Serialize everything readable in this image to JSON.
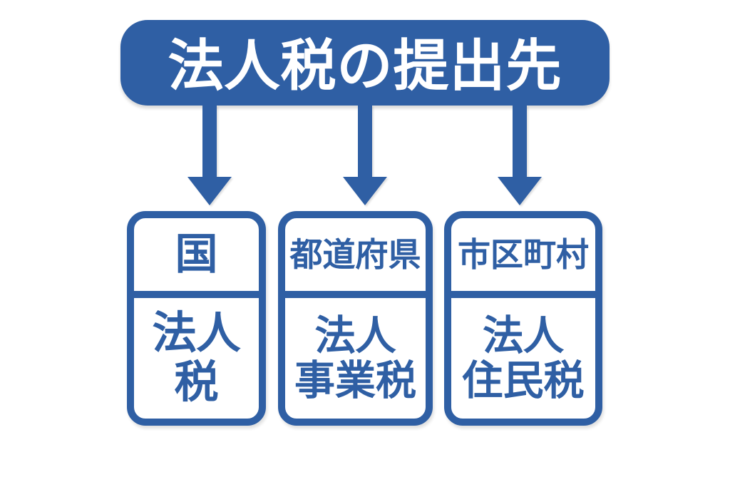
{
  "diagram": {
    "title": "法人税の提出先",
    "accent_color": "#2F5FA4",
    "background_color": "#FFFFFF",
    "title_text_color": "#FFFFFF",
    "destinations": [
      {
        "name": "国",
        "tax": "法人税",
        "tax_lines": [
          "法人",
          "税"
        ]
      },
      {
        "name": "都道府県",
        "tax": "法人事業税",
        "tax_lines": [
          "法人",
          "事業税"
        ]
      },
      {
        "name": "市区町村",
        "tax": "法人住民税",
        "tax_lines": [
          "法人",
          "住民税"
        ]
      }
    ]
  }
}
